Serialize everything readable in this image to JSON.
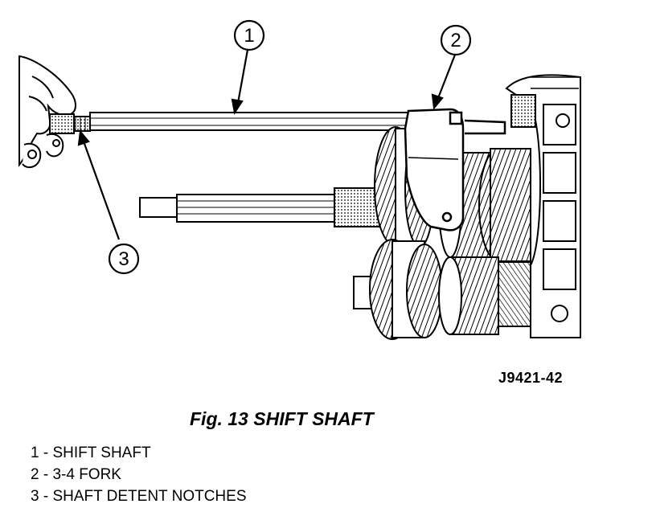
{
  "figure": {
    "id": "J9421-42",
    "caption": "Fig. 13 SHIFT SHAFT"
  },
  "callouts": [
    "1",
    "2",
    "3"
  ],
  "legend": [
    "1 - SHIFT SHAFT",
    "2 - 3-4 FORK",
    "3 - SHAFT DETENT NOTCHES"
  ]
}
